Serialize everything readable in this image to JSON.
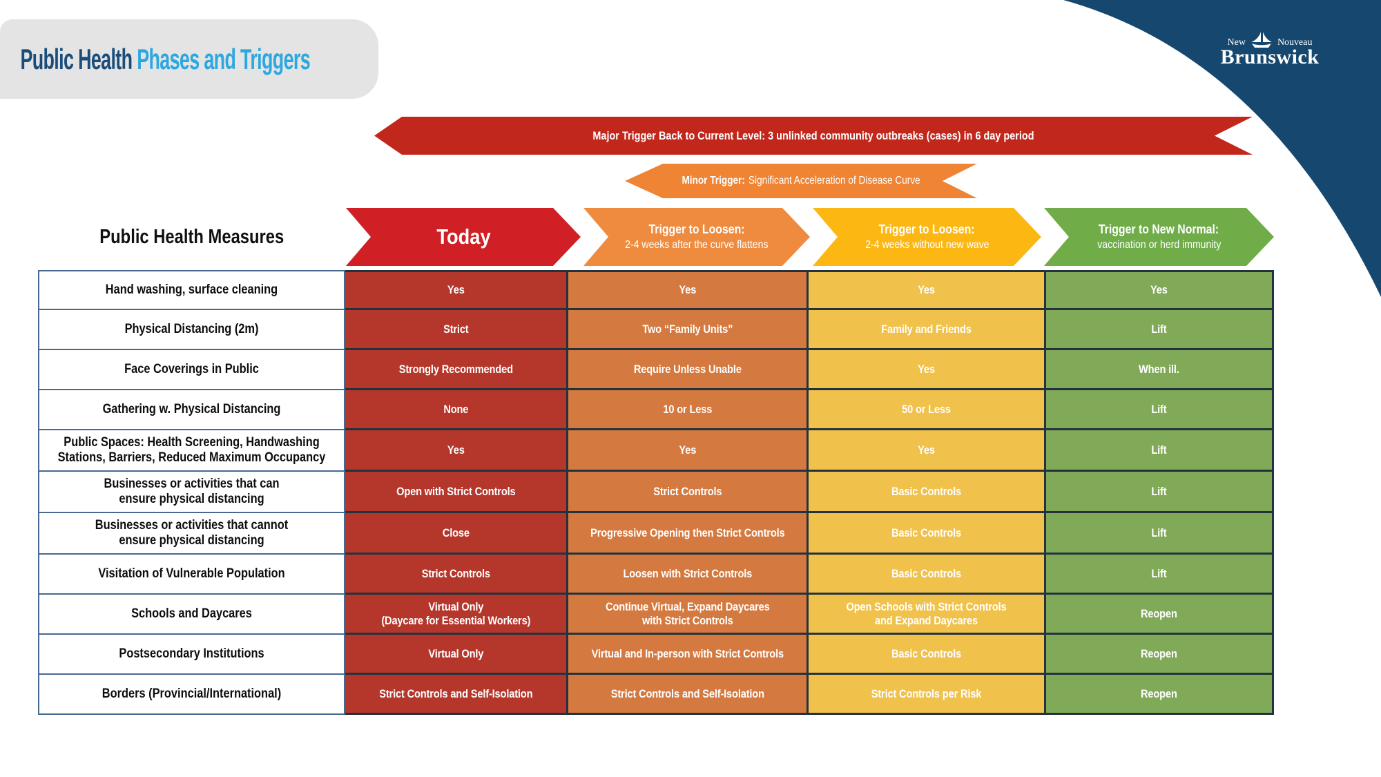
{
  "header": {
    "title": {
      "prefix": "Public Health",
      "highlight": "Phases and Triggers",
      "prefix_color": "#1b4d7a",
      "highlight_color": "#2da7e0",
      "box_color": "#e4e4e4"
    },
    "logo": {
      "top_left": "New",
      "top_right": "Nouveau",
      "name": "Brunswick",
      "corner_color": "#16486f"
    }
  },
  "banners": {
    "major": {
      "text": "Major Trigger Back to Current Level: 3 unlinked community outbreaks (cases) in 6 day period",
      "color": "#c2271c"
    },
    "minor": {
      "label": "Minor Trigger:",
      "text": "Significant Acceleration of Disease Curve",
      "color": "#ee8434"
    }
  },
  "table": {
    "measures_header": "Public Health Measures",
    "phases": [
      {
        "title": "Today",
        "subtitle": "",
        "header_color": "#d11f26",
        "cell_color": "#b5372c"
      },
      {
        "title": "Trigger to Loosen:",
        "subtitle": "2-4 weeks after the curve flattens",
        "header_color": "#ef8b3e",
        "cell_color": "#d4793f"
      },
      {
        "title": "Trigger to Loosen:",
        "subtitle": "2-4 weeks without new wave",
        "header_color": "#fdb713",
        "cell_color": "#f0c14b"
      },
      {
        "title": "Trigger to New Normal:",
        "subtitle": "vaccination or herd immunity",
        "header_color": "#70ad49",
        "cell_color": "#80aa57"
      }
    ],
    "rows": [
      {
        "measure": "Hand washing, surface cleaning",
        "values": [
          "Yes",
          "Yes",
          "Yes",
          "Yes"
        ]
      },
      {
        "measure": "Physical Distancing (2m)",
        "values": [
          "Strict",
          "Two “Family Units”",
          "Family and Friends",
          "Lift"
        ]
      },
      {
        "measure": "Face Coverings in Public",
        "values": [
          "Strongly Recommended",
          "Require Unless Unable",
          "Yes",
          "When ill."
        ]
      },
      {
        "measure": "Gathering w. Physical Distancing",
        "values": [
          "None",
          "10 or Less",
          "50 or Less",
          "Lift"
        ]
      },
      {
        "measure": "Public Spaces: Health Screening, Handwashing Stations, Barriers, Reduced Maximum Occupancy",
        "values": [
          "Yes",
          "Yes",
          "Yes",
          "Lift"
        ]
      },
      {
        "measure": "Businesses or activities that can\nensure physical  distancing",
        "values": [
          "Open with Strict Controls",
          "Strict Controls",
          "Basic Controls",
          "Lift"
        ]
      },
      {
        "measure": "Businesses or activities that cannot\nensure physical distancing",
        "values": [
          "Close",
          "Progressive Opening then Strict Controls",
          "Basic Controls",
          "Lift"
        ]
      },
      {
        "measure": "Visitation of Vulnerable Population",
        "values": [
          "Strict Controls",
          "Loosen with Strict Controls",
          "Basic Controls",
          "Lift"
        ]
      },
      {
        "measure": "Schools and Daycares",
        "values": [
          "Virtual Only\n(Daycare for Essential Workers)",
          "Continue Virtual, Expand Daycares\nwith Strict Controls",
          "Open Schools with Strict Controls\nand Expand Daycares",
          "Reopen"
        ]
      },
      {
        "measure": "Postsecondary Institutions",
        "values": [
          "Virtual Only",
          "Virtual and In-person with Strict Controls",
          "Basic Controls",
          "Reopen"
        ]
      },
      {
        "measure": "Borders (Provincial/International)",
        "values": [
          "Strict Controls and Self-Isolation",
          "Strict Controls and Self-Isolation",
          "Strict Controls per Risk",
          "Reopen"
        ]
      }
    ]
  }
}
